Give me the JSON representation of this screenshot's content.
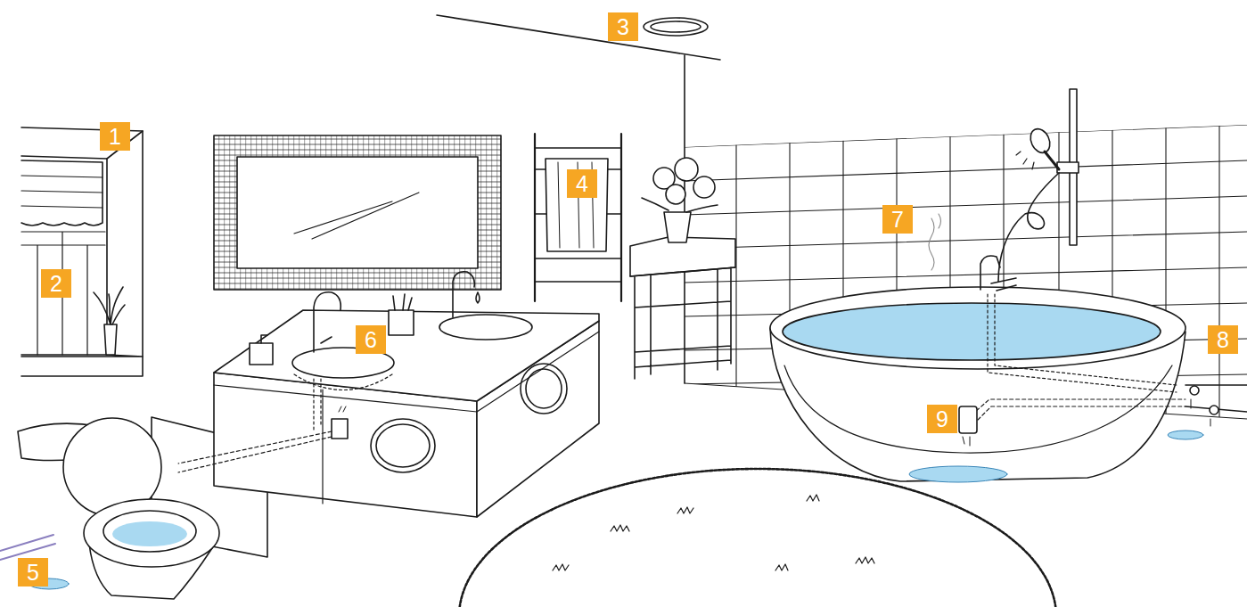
{
  "diagram": {
    "nodes": [
      {
        "text": [
          "1"
        ]
      },
      {
        "text": [
          "2"
        ]
      },
      {
        "text": [
          "3"
        ]
      },
      {
        "text": [
          "4"
        ]
      },
      {
        "text": [
          "5"
        ]
      },
      {
        "text": [
          "6"
        ]
      },
      {
        "text": [
          "7"
        ]
      },
      {
        "text": [
          "8"
        ]
      },
      {
        "text": [
          "9"
        ]
      }
    ]
  }
}
